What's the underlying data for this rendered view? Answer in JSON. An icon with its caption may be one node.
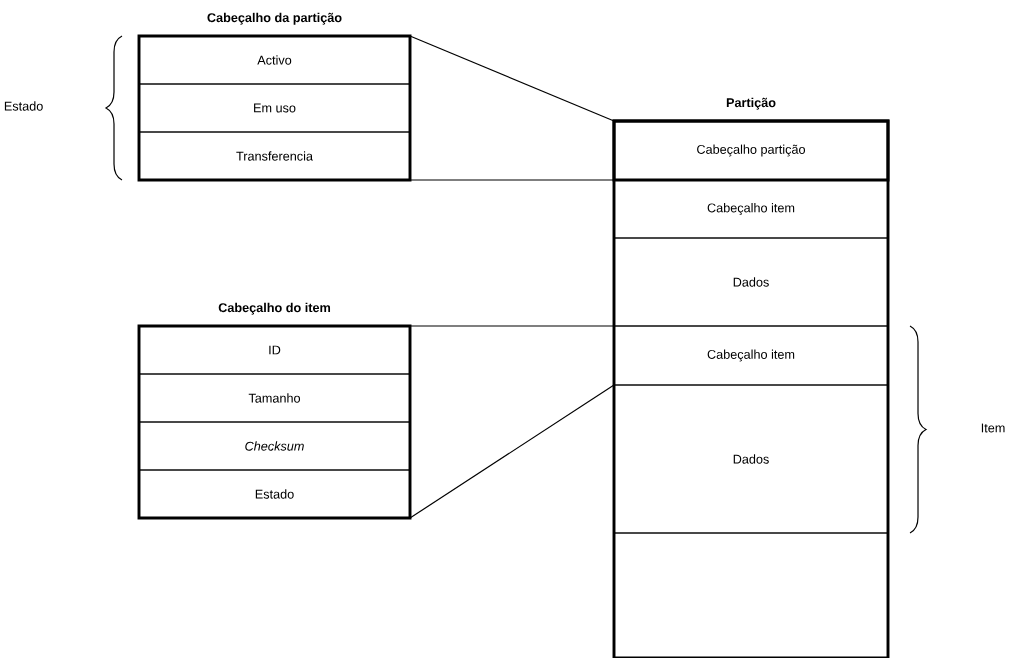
{
  "diagram": {
    "nodes": [
      {
        "text": [
          "Cabeçalho da partição"
        ]
      },
      {
        "text": [
          "Activo"
        ],
        "in": 0
      },
      {
        "text": [
          "Em uso"
        ],
        "in": 0
      },
      {
        "text": [
          "Transferencia"
        ],
        "in": 0
      },
      {
        "text": [
          "Cabeçalho do item"
        ]
      },
      {
        "text": [
          "ID"
        ],
        "in": 4
      },
      {
        "text": [
          "Tamanho"
        ],
        "in": 4
      },
      {
        "text": [
          "Checksum"
        ],
        "in": 4
      },
      {
        "text": [
          "Estado"
        ],
        "in": 4
      },
      {
        "text": [
          "Partição"
        ]
      },
      {
        "text": [
          "Cabeçalho partição"
        ],
        "in": 9
      },
      {
        "text": [
          "Cabeçalho item"
        ],
        "in": 9
      },
      {
        "text": [
          "Dados"
        ],
        "in": 9
      },
      {
        "text": [
          "Cabeçalho item"
        ],
        "in": 9
      },
      {
        "text": [
          "Dados"
        ],
        "in": 9
      },
      {
        "text": [],
        "shape": "box",
        "in": 9
      }
    ],
    "edges": [
      {
        "from": 0,
        "to": 10,
        "arrow": "none"
      },
      {
        "from": 0,
        "to": 10,
        "arrow": "none"
      },
      {
        "from": 4,
        "to": 13,
        "arrow": "none"
      },
      {
        "from": 4,
        "to": 13,
        "arrow": "none"
      }
    ],
    "labels": [
      "Estado",
      "Item"
    ]
  }
}
